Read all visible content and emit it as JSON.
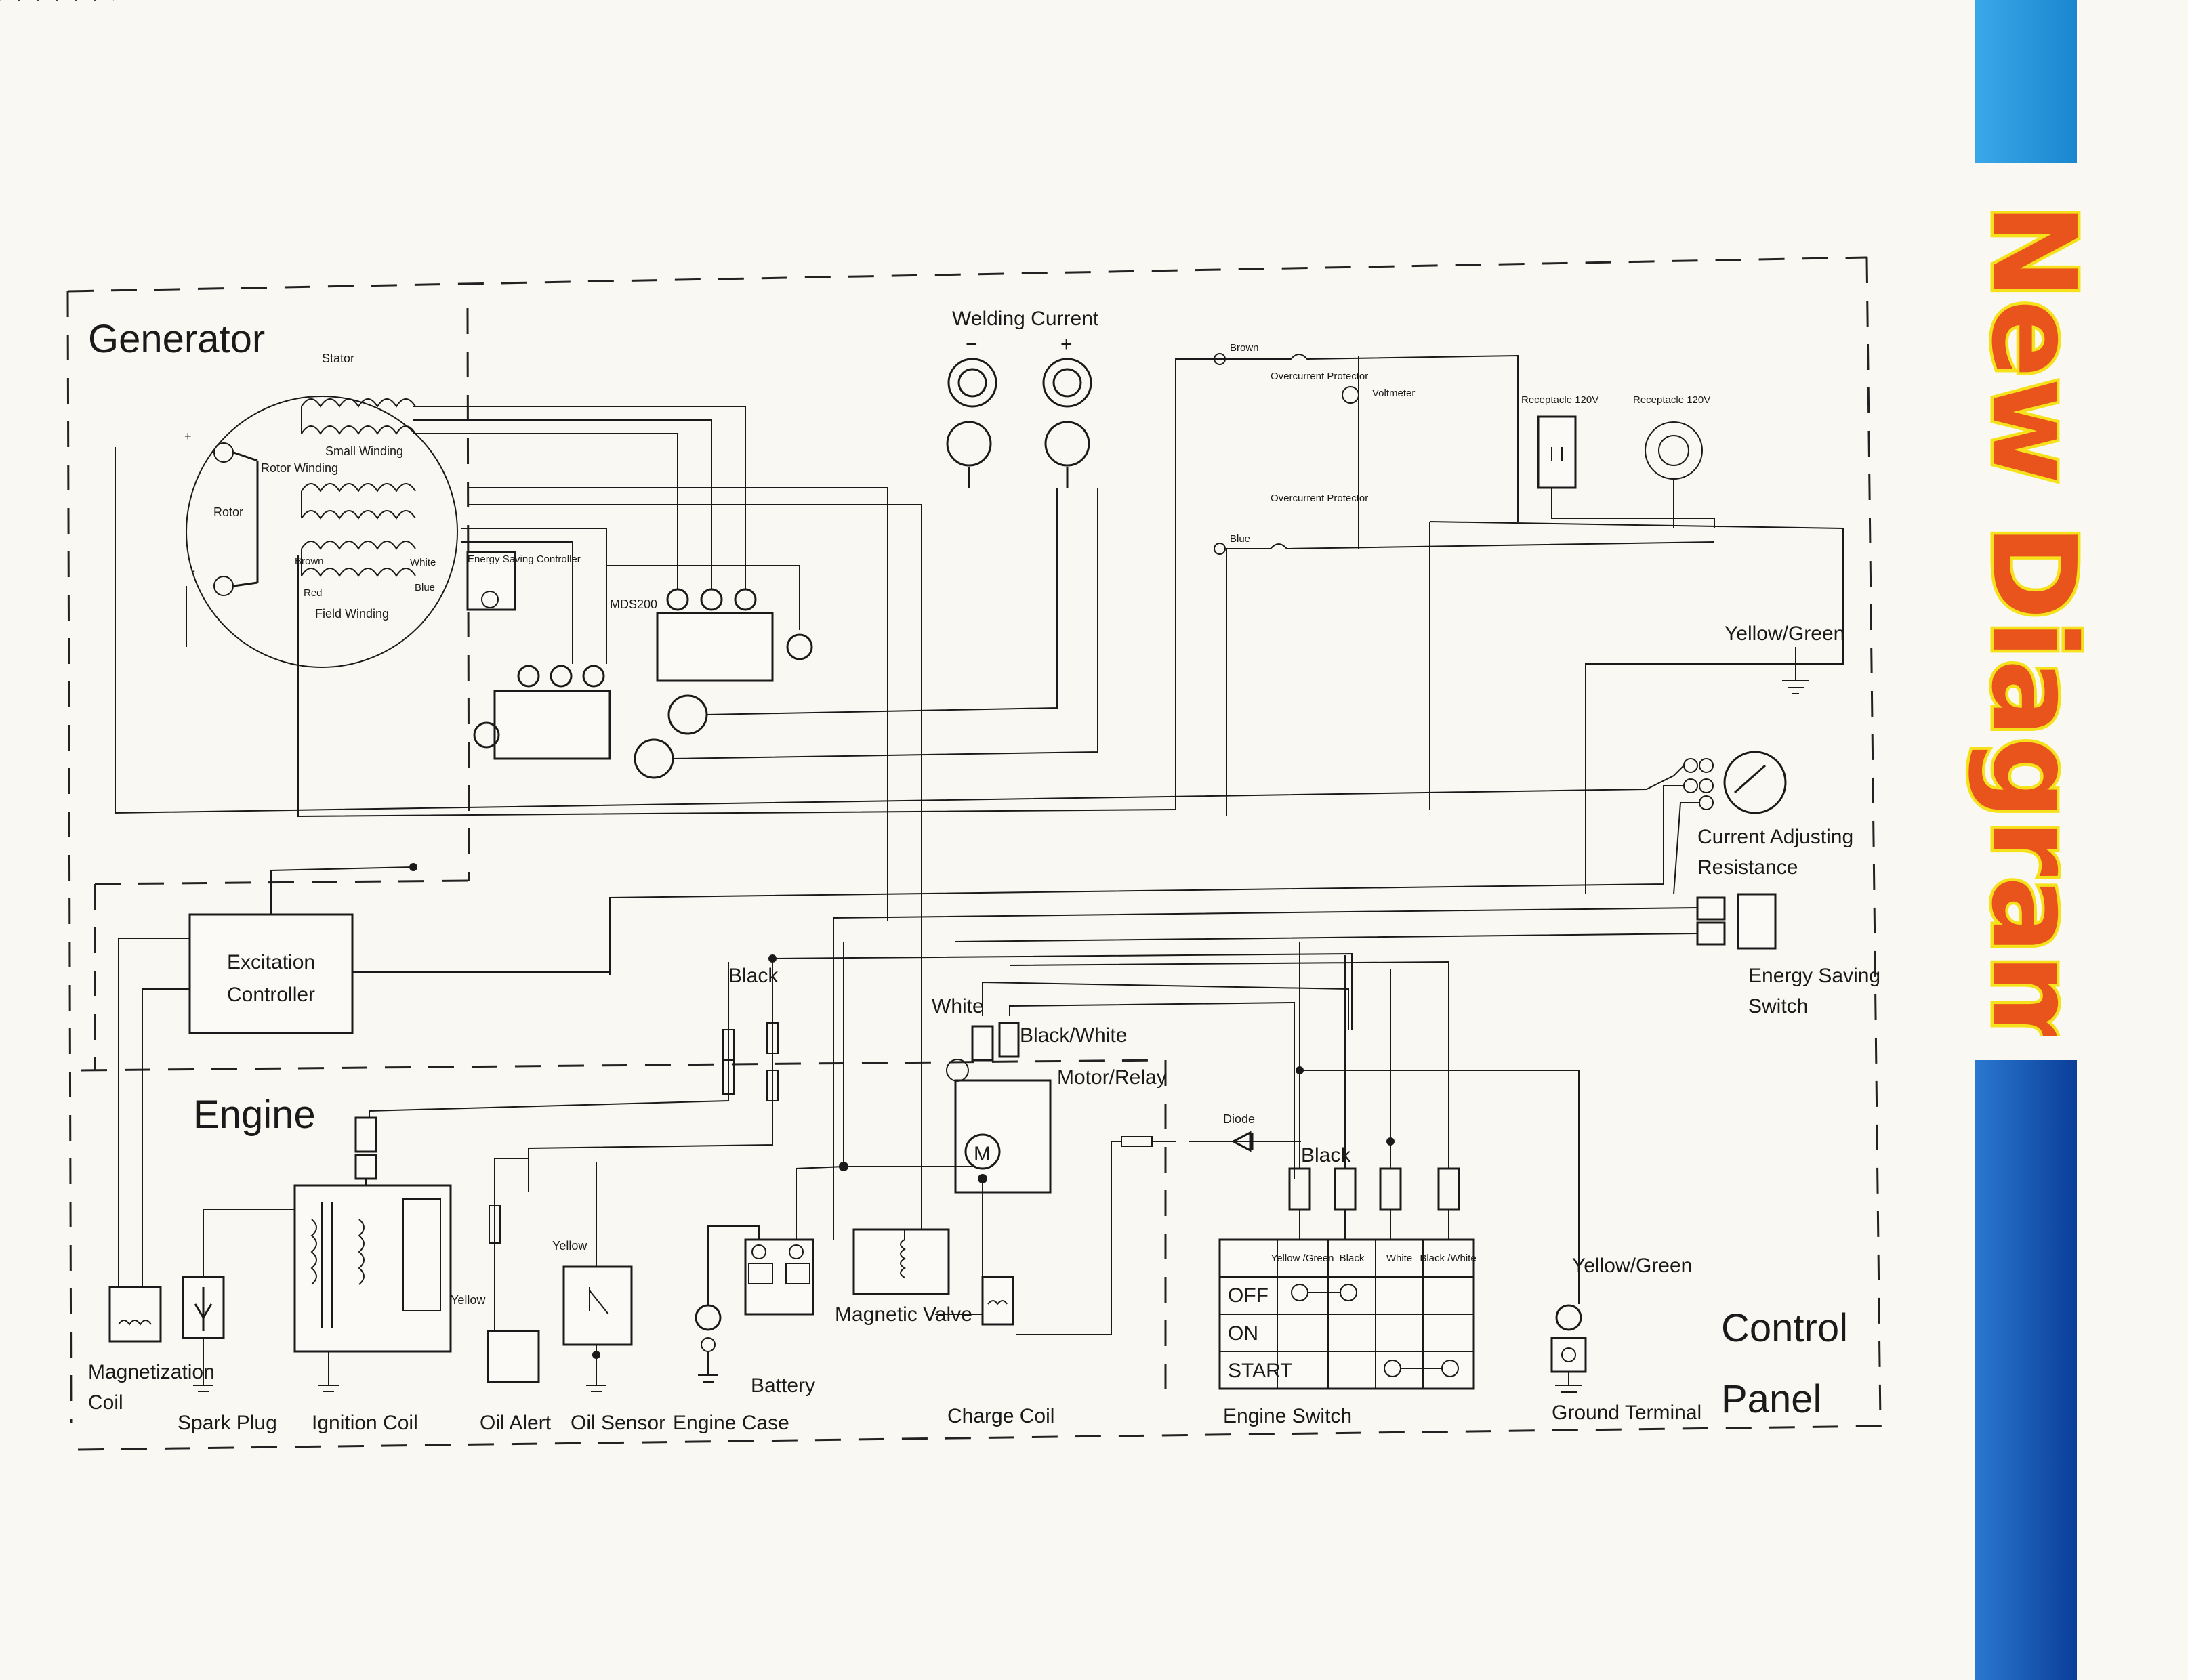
{
  "banner": {
    "title": "New Diagram"
  },
  "sections": {
    "generator": "Generator",
    "engine": "Engine",
    "control_panel_line1": "Control",
    "control_panel_line2": "Panel"
  },
  "generator_parts": {
    "stator": "Stator",
    "small_winding": "Small Winding",
    "rotor_winding": "Rotor Winding",
    "rotor": "Rotor",
    "field_winding": "Field Winding",
    "plus": "+",
    "minus": "-",
    "brown": "Brown",
    "white": "White",
    "red": "Red",
    "blue": "Blue",
    "energy_saving_controller": "Energy Saving Controller",
    "mds200": "MDS200"
  },
  "welding": {
    "label": "Welding Current",
    "minus": "−",
    "plus": "+"
  },
  "panel_top": {
    "brown": "Brown",
    "blue": "Blue",
    "overcurrent_protector_1": "Overcurrent Protector",
    "overcurrent_protector_2": "Overcurrent Protector",
    "voltmeter": "Voltmeter",
    "receptacle_1": "Receptacle 120V",
    "receptacle_2": "Receptacle 120V",
    "yellow_green": "Yellow/Green"
  },
  "right_side": {
    "current_adjusting_line1": "Current Adjusting",
    "current_adjusting_line2": "Resistance",
    "energy_saving_switch_line1": "Energy Saving",
    "energy_saving_switch_line2": "Switch"
  },
  "middle": {
    "excitation_line1": "Excitation",
    "excitation_line2": "Controller",
    "black": "Black",
    "white": "White",
    "black_white": "Black/White",
    "motor_relay": "Motor/Relay",
    "diode": "Diode",
    "black_2": "Black",
    "yellow_green_2": "Yellow/Green"
  },
  "bottom": {
    "magnetization_coil_line1": "Magnetization",
    "magnetization_coil_line2": "Coil",
    "spark_plug": "Spark Plug",
    "ignition_coil": "Ignition Coil",
    "oil_alert": "Oil Alert",
    "oil_sensor": "Oil Sensor",
    "engine_case": "Engine Case",
    "battery": "Battery",
    "magnetic_valve": "Magnetic Valve",
    "charge_coil": "Charge Coil",
    "engine_switch": "Engine Switch",
    "ground_terminal": "Ground Terminal",
    "yellow_1": "Yellow",
    "yellow_2": "Yellow"
  },
  "switch_table": {
    "headers": [
      "Yellow /Green",
      "Black",
      "White",
      "Black /White"
    ],
    "rows": [
      "OFF",
      "ON",
      "START"
    ]
  },
  "colors": {
    "banner_fill": "#e8541c",
    "banner_outline": "#f6e21a",
    "stripe_top": "#2a9ae0",
    "stripe_bottom": "#0d4aa8"
  }
}
